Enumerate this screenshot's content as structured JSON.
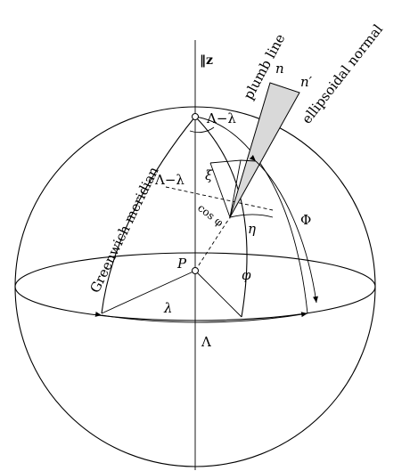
{
  "labels": {
    "z_axis": "‖z",
    "n": "n",
    "n_prime": "n′",
    "plumb_line": "plumb line",
    "ellipsoidal_normal": "ellipsoidal normal",
    "greenwich_meridian": "Greenwich meridian",
    "lambda_minus_lambda_top": "Λ−λ",
    "lambda_minus_lambda_mid": "Λ−λ",
    "xi": "ξ",
    "cos_phi": "cos φ",
    "eta": "η",
    "Phi": "Φ",
    "P": "P",
    "phi": "φ",
    "lambda": "λ",
    "Lambda": "Λ"
  },
  "colors": {
    "line": "#000000",
    "cone_fill": "#d9d9d9",
    "background": "#ffffff"
  }
}
